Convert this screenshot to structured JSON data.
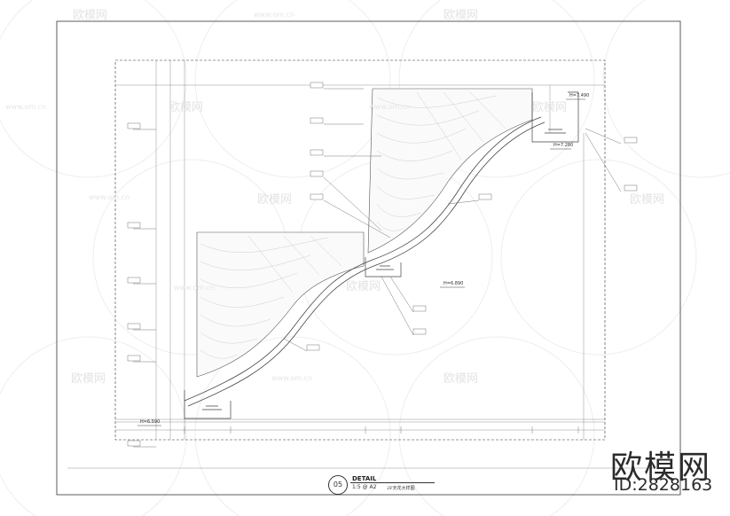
{
  "watermark": {
    "brand": "欧模网",
    "id_text": "ID:2828163",
    "url": "www.om.cn"
  },
  "title_block": {
    "number": "05",
    "label": "DETAIL",
    "scale": "1:5 @ A2",
    "name": "2F天花大样图"
  },
  "levels": {
    "top_right": "H=7.490",
    "mid_right": "H=7.280",
    "center": "H=6.890",
    "bottom_left": "H=6.590"
  },
  "colors": {
    "line": "#555555",
    "frame": "#333333",
    "watermark": "#e3e3e3"
  }
}
